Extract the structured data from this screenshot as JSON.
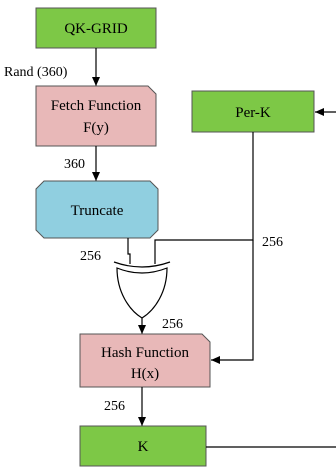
{
  "nodes": {
    "qk_grid": {
      "label": "QK-GRID",
      "color": "#7dc846"
    },
    "fetch": {
      "line1": "Fetch Function",
      "line2": "F(y)",
      "color": "#e8b8b8"
    },
    "per_k": {
      "label": "Per-K",
      "color": "#7dc846"
    },
    "truncate": {
      "label": "Truncate",
      "color": "#90cfe0"
    },
    "hash": {
      "line1": "Hash Function",
      "line2": "H(x)",
      "color": "#e8b8b8"
    },
    "k": {
      "label": "K",
      "color": "#7dc846"
    }
  },
  "edges": {
    "rand": "Rand (360)",
    "fetch_to_truncate": "360",
    "truncate_to_xor": "256",
    "perk_to_xor": "256",
    "xor_to_hash": "256",
    "hash_to_k": "256"
  }
}
